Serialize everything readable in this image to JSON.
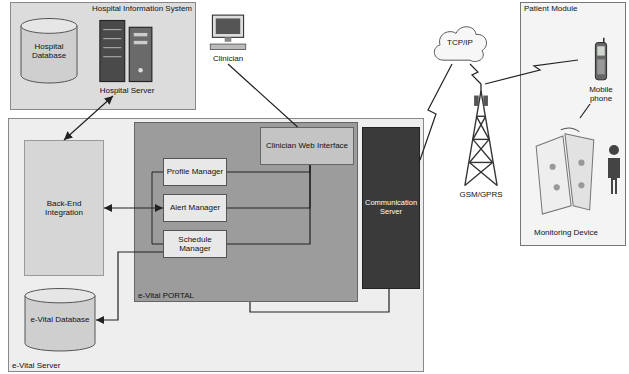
{
  "diagram": {
    "nodes": [
      {
        "text": [
          "Hospital Information System"
        ]
      },
      {
        "text": [
          "Hospital Database"
        ],
        "in": 0
      },
      {
        "text": [
          "Hospital Server"
        ],
        "in": 0
      },
      {
        "text": [
          "Clinician"
        ]
      },
      {
        "text": [
          "e-Vital Server"
        ]
      },
      {
        "text": [
          "Back-End Integration"
        ],
        "in": 4
      },
      {
        "text": [
          "e-Vital PORTAL"
        ],
        "in": 4
      },
      {
        "text": [
          "Clinician Web Interface"
        ],
        "in": 6
      },
      {
        "text": [
          "Profile Manager"
        ],
        "in": 6
      },
      {
        "text": [
          "Alert Manager"
        ],
        "in": 6
      },
      {
        "text": [
          "Schedule Manager"
        ],
        "in": 6
      },
      {
        "text": [
          "e-Vital Database"
        ],
        "in": 4
      },
      {
        "text": [
          "Communication Server"
        ],
        "in": 4
      },
      {
        "text": [
          "TCP/IP"
        ]
      },
      {
        "text": [
          "GSM/GPRS"
        ]
      },
      {
        "text": [
          "Patient Module"
        ]
      },
      {
        "text": [
          "Mobile phone"
        ],
        "in": 15
      },
      {
        "text": [
          "Monitoring Device"
        ],
        "in": 15
      }
    ],
    "edges": [
      {
        "from": 2,
        "to": 5,
        "arrow": "both"
      },
      {
        "from": 9,
        "to": 5,
        "arrow": "both"
      },
      {
        "from": 10,
        "to": 11,
        "arrow": "to"
      },
      {
        "from": 3,
        "to": 7,
        "arrow": "none"
      },
      {
        "from": 8,
        "to": 7,
        "arrow": "none"
      },
      {
        "from": 9,
        "to": 7,
        "arrow": "none"
      },
      {
        "from": 10,
        "to": 7,
        "arrow": "none"
      },
      {
        "from": 12,
        "to": 6,
        "arrow": "none"
      },
      {
        "from": 12,
        "to": 13,
        "arrow": "none"
      },
      {
        "from": 13,
        "to": 14,
        "arrow": "none"
      },
      {
        "from": 14,
        "to": 16,
        "arrow": "none"
      },
      {
        "from": 17,
        "to": 16,
        "arrow": "none"
      }
    ]
  }
}
